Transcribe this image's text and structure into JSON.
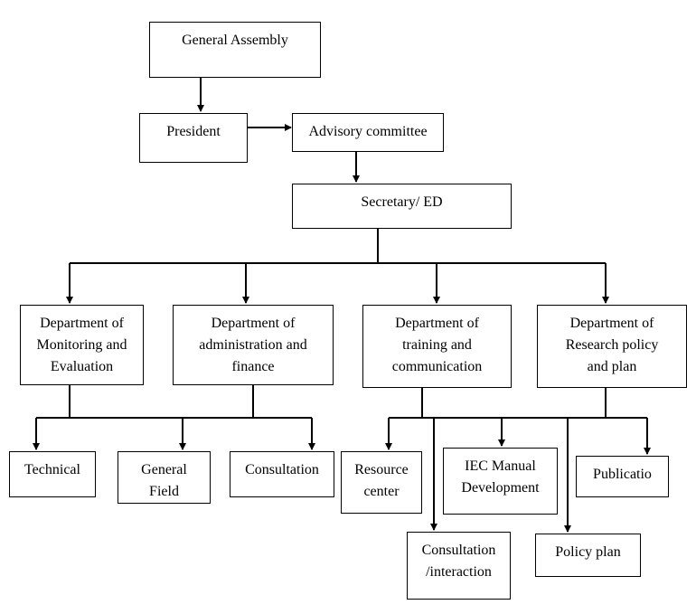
{
  "nodes": {
    "general_assembly": "General Assembly",
    "president": "President",
    "advisory_committee": "Advisory committee",
    "secretary": "Secretary/ ED",
    "dept_me": "Department of\nMonitoring and\nEvaluation",
    "dept_af": "Department of\nadministration and\nfinance",
    "dept_tc": "Department of\ntraining and\ncommunication",
    "dept_rp": "Department of\nResearch policy\nand plan",
    "technical": "Technical",
    "general_field": "General\nField",
    "consultation": "Consultation",
    "resource_center": "Resource\ncenter",
    "consultation_interaction": "Consultation\n/interaction",
    "iec_manual": "IEC Manual\nDevelopment",
    "policy_plan": "Policy plan",
    "publicatio": "Publicatio"
  }
}
